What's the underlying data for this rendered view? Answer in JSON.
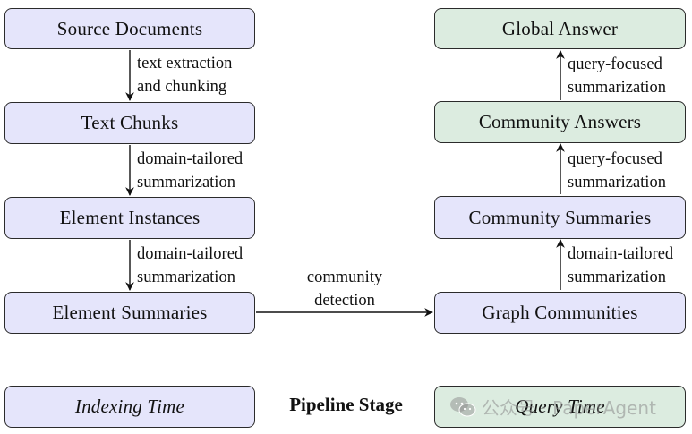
{
  "nodes": {
    "source_documents": "Source Documents",
    "text_chunks": "Text Chunks",
    "element_instances": "Element Instances",
    "element_summaries": "Element Summaries",
    "graph_communities": "Graph Communities",
    "community_summaries": "Community Summaries",
    "community_answers": "Community Answers",
    "global_answer": "Global Answer"
  },
  "edges": {
    "extraction_line1": "text extraction",
    "extraction_line2": "and chunking",
    "summ1_line1": "domain-tailored",
    "summ1_line2": "summarization",
    "summ2_line1": "domain-tailored",
    "summ2_line2": "summarization",
    "detection_line1": "community",
    "detection_line2": "detection",
    "summ3_line1": "domain-tailored",
    "summ3_line2": "summarization",
    "qfs1_line1": "query-focused",
    "qfs1_line2": "summarization",
    "qfs2_line1": "query-focused",
    "qfs2_line2": "summarization"
  },
  "legend": {
    "indexing_time": "Indexing Time",
    "pipeline_stage": "Pipeline Stage",
    "query_time": "Query Time"
  },
  "colors": {
    "indexing": "#e5e5fb",
    "query": "#dcece0"
  },
  "watermark": {
    "text": "公众号 · PaperAgent",
    "icon": "wechat-icon"
  }
}
